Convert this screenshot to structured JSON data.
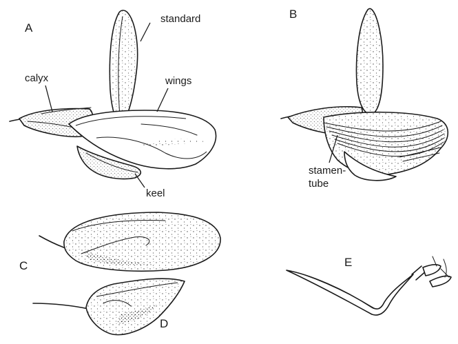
{
  "panels": {
    "a": "A",
    "b": "B",
    "c": "C",
    "d": "D",
    "e": "E"
  },
  "labels": {
    "standard": "standard",
    "calyx": "calyx",
    "wings": "wings",
    "keel": "keel",
    "stamen_line1": "stamen-",
    "stamen_line2": "tube"
  }
}
